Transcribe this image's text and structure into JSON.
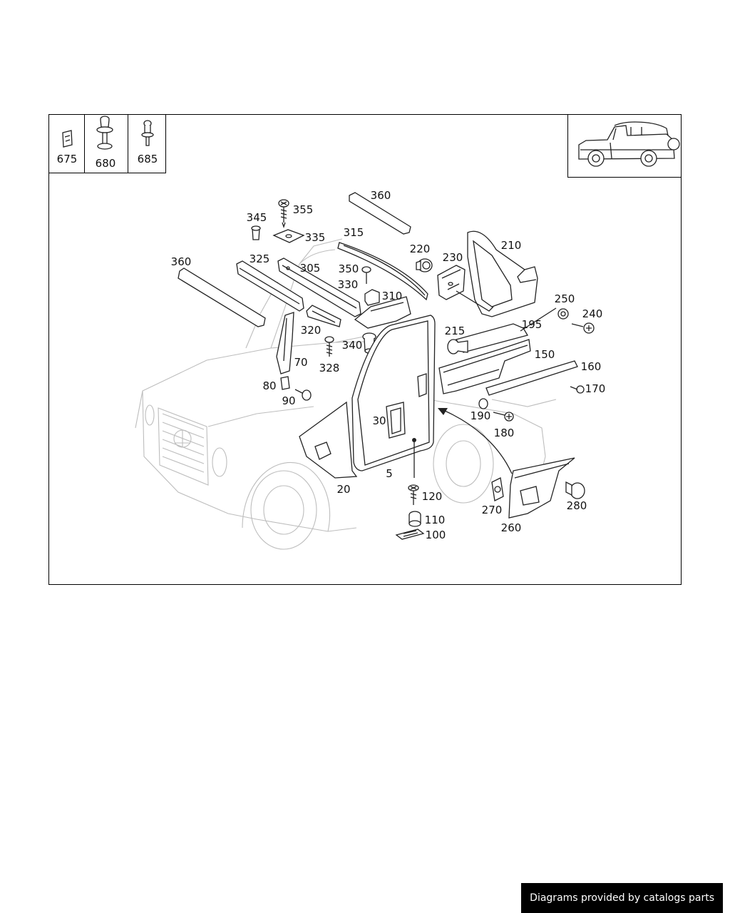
{
  "colors": {
    "frame": "#000000",
    "line_art": "#222222",
    "background_art": "#bdbdbd",
    "badge_background": "#000000",
    "badge_text": "#ffffff"
  },
  "legend_parts": [
    "675",
    "680",
    "685"
  ],
  "callouts": {
    "c5": "5",
    "c20": "20",
    "c30": "30",
    "c70": "70",
    "c80": "80",
    "c90": "90",
    "c100": "100",
    "c110": "110",
    "c120": "120",
    "c150": "150",
    "c160": "160",
    "c170": "170",
    "c180": "180",
    "c190": "190",
    "c195": "195",
    "c210": "210",
    "c215": "215",
    "c220": "220",
    "c230": "230",
    "c240": "240",
    "c250": "250",
    "c260": "260",
    "c270": "270",
    "c280": "280",
    "c305": "305",
    "c310": "310",
    "c315": "315",
    "c320": "320",
    "c325": "325",
    "c328": "328",
    "c330": "330",
    "c335": "335",
    "c340": "340",
    "c345": "345",
    "c350": "350",
    "c355": "355",
    "c360a": "360",
    "c360b": "360"
  },
  "footer": {
    "credit": "Diagrams provided by catalogs parts"
  }
}
